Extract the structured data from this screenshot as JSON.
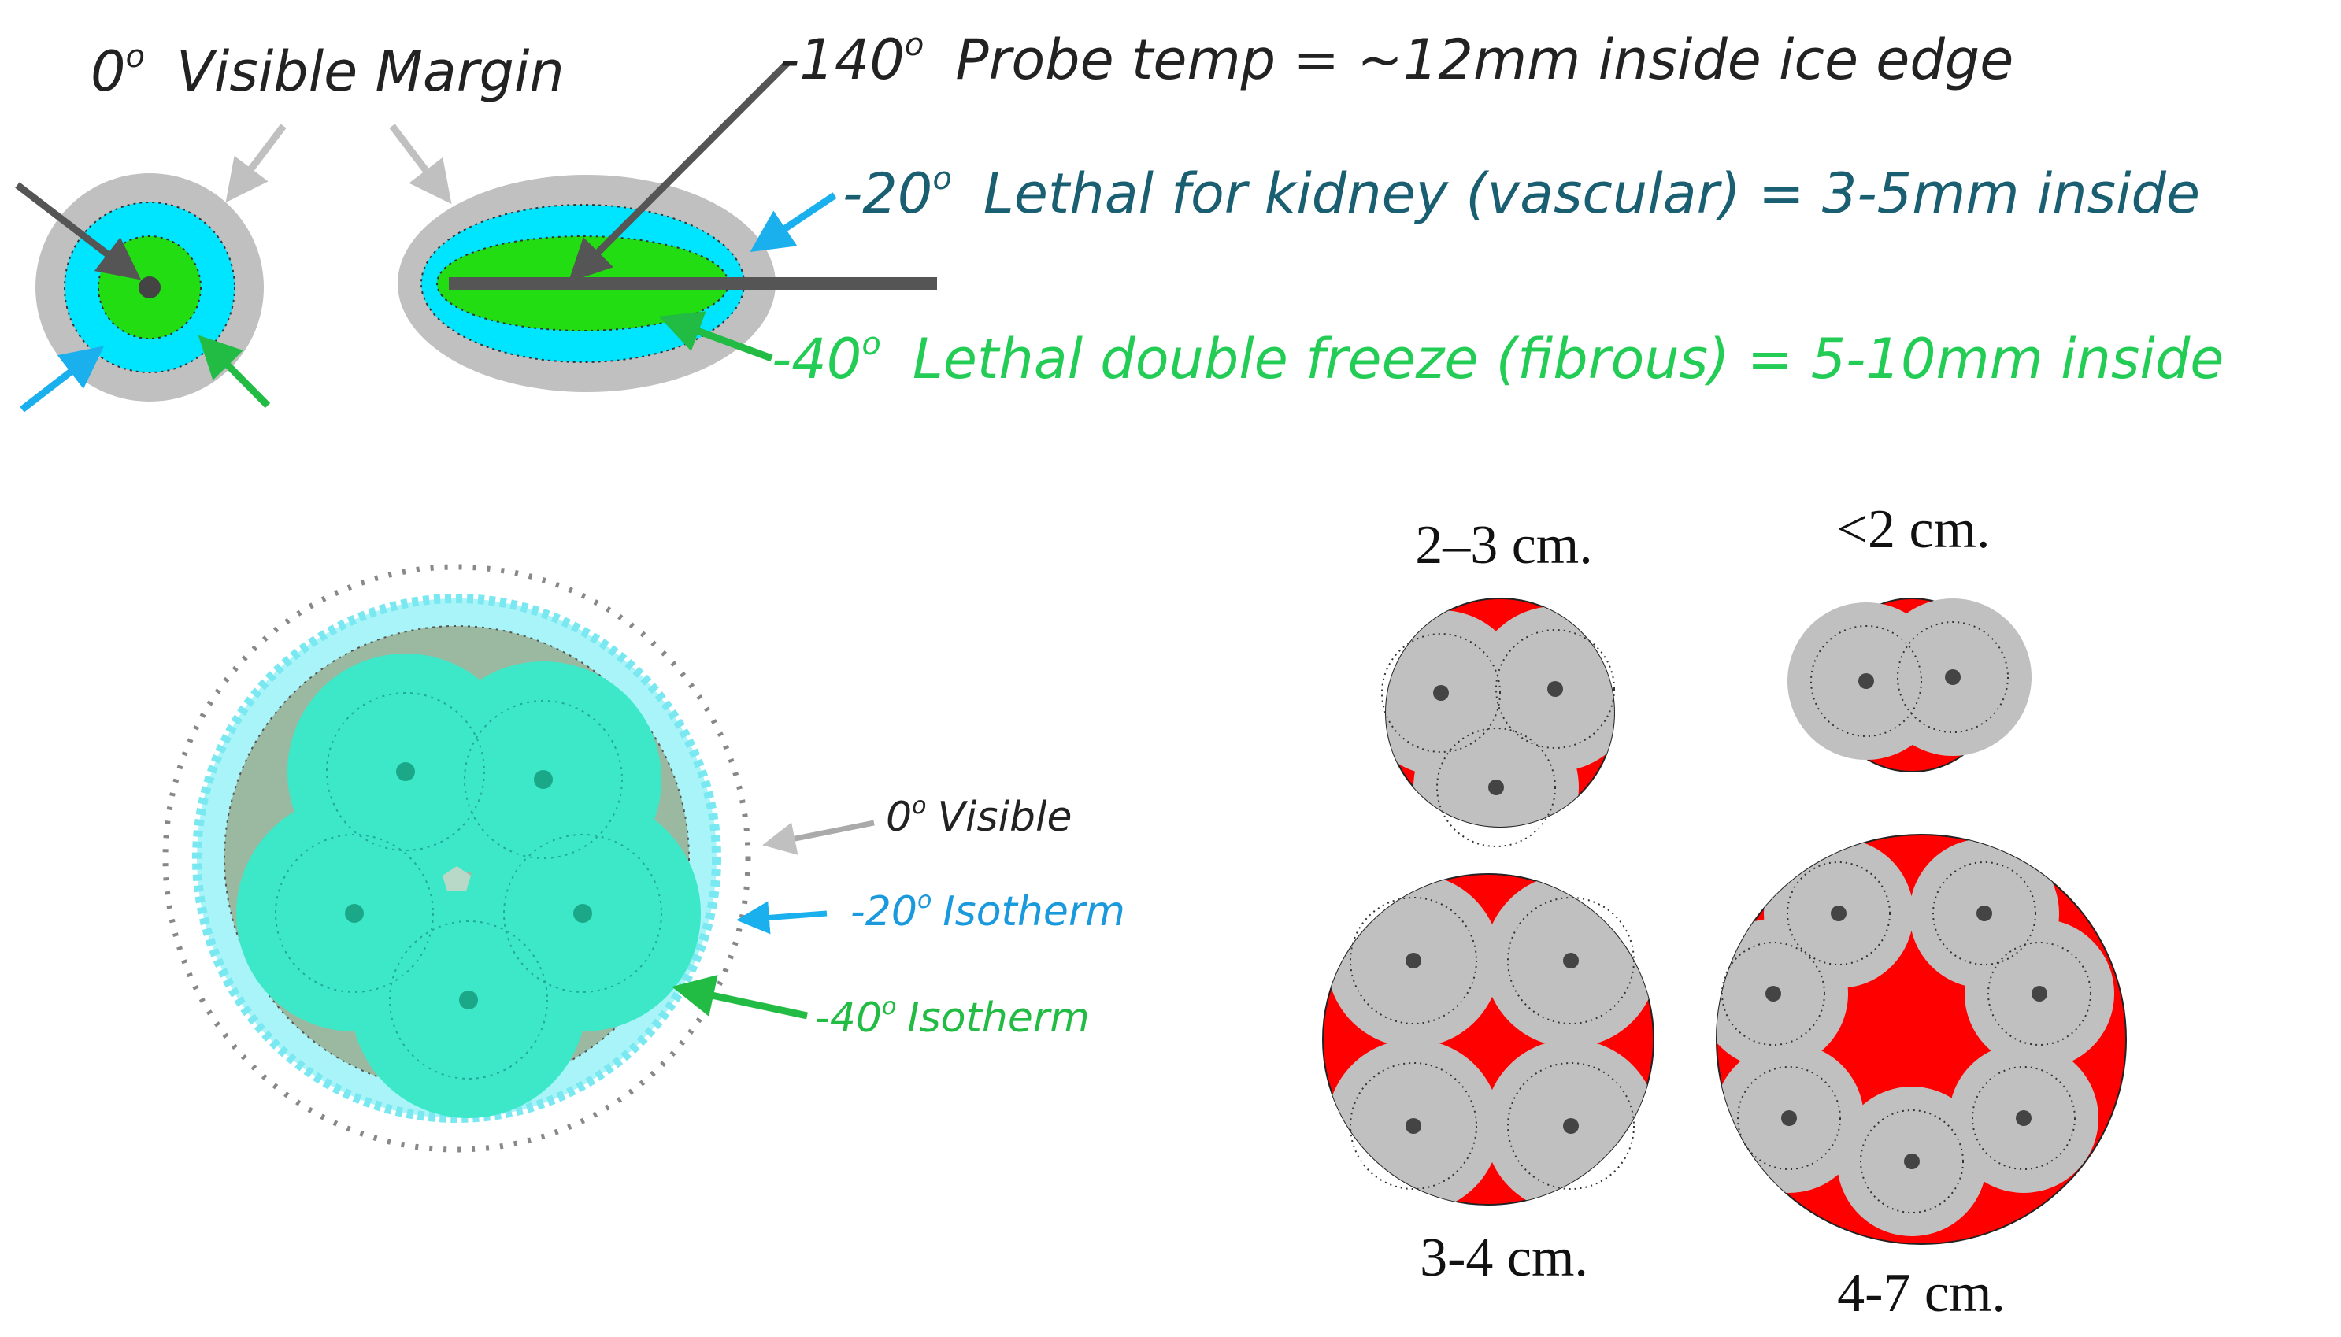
{
  "colors": {
    "gray": "#c0c0c0",
    "dark_gray": "#555555",
    "cyan": "#00e5ff",
    "green": "#22dd11",
    "dark_teal": "#1a5e72",
    "green_text": "#22cc55",
    "sky_arrow": "#1ab0ee",
    "red": "#ff0000",
    "teal_fill": "#3de8c8",
    "light_cyan": "#a8f4f8"
  },
  "top_legend": {
    "zero": {
      "temp": "0",
      "deg": "o",
      "text": "Visible Margin"
    },
    "minus140": {
      "temp": "-140",
      "deg": "o",
      "text": "Probe temp = ~12mm inside ice edge"
    },
    "minus20": {
      "temp": "-20",
      "deg": "o",
      "text": "Lethal for kidney (vascular) = 3-5mm inside"
    },
    "minus40": {
      "temp": "-40",
      "deg": "o",
      "text": "Lethal double freeze (fibrous) = 5-10mm inside"
    }
  },
  "isotherm_labels": {
    "zero": {
      "temp": "0",
      "deg": "o",
      "text": "Visible"
    },
    "minus20": {
      "temp": "-20",
      "deg": "o",
      "text": "Isotherm"
    },
    "minus40": {
      "temp": "-40",
      "deg": "o",
      "text": "Isotherm"
    }
  },
  "size_labels": {
    "two_three": "2–3 cm.",
    "under_two": "<2 cm.",
    "three_four": "3-4 cm.",
    "four_seven": "4-7 cm."
  }
}
